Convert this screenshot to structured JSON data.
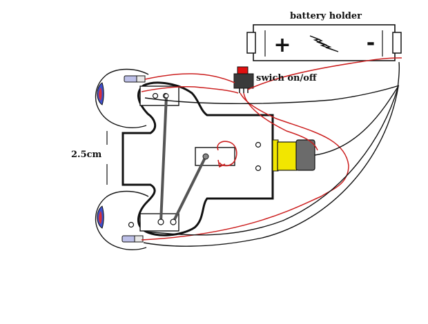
{
  "labels": {
    "battery_holder": "battery holder",
    "switch": "swich on/off",
    "dimension": "2.5cm",
    "plus_sign": "+",
    "minus_sign": "-"
  },
  "icons": {
    "battery": "lightning-bolt-icon"
  },
  "colors": {
    "wire_red": "#cc1f1f",
    "wire_black": "#111111",
    "motor_yellow": "#f2e600",
    "motor_gray": "#6b6b6b",
    "switch_red": "#e01010",
    "led_blue": "#3d4fc9",
    "led_red": "#d8303a",
    "arrow_red": "#cc1f1f"
  }
}
